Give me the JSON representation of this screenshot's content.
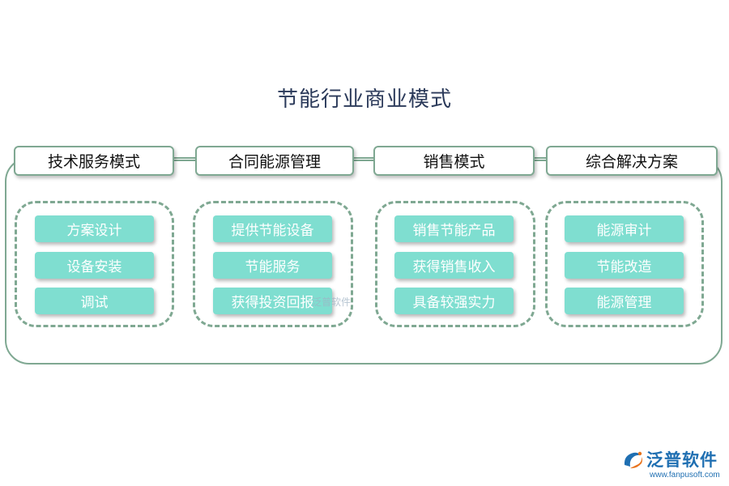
{
  "title": "节能行业商业模式",
  "columns": [
    {
      "header": "技术服务模式",
      "items": [
        "方案设计",
        "设备安装",
        "调试"
      ]
    },
    {
      "header": "合同能源管理",
      "items": [
        "提供节能设备",
        "节能服务",
        "获得投资回报"
      ]
    },
    {
      "header": "销售模式",
      "items": [
        "销售节能产品",
        "获得销售收入",
        "具备较强实力"
      ]
    },
    {
      "header": "综合解决方案",
      "items": [
        "能源审计",
        "节能改造",
        "能源管理"
      ]
    }
  ],
  "watermark": "泛普软件",
  "logo": {
    "name": "泛普软件",
    "url": "www.fanpusoft.com"
  },
  "colors": {
    "frame": "#7fa892",
    "item_fill": "#7fded0",
    "brand": "#1f6fb2"
  }
}
